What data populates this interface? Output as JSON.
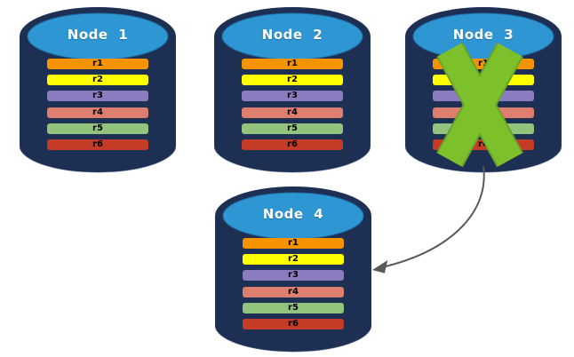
{
  "diagram": {
    "description_colors": {
      "background": "#FFFFFF",
      "cylinder_body": "#1E2F54",
      "cylinder_top": "#2E97D3",
      "node_label_text": "#FFFFFF",
      "bar_label_text": "#000000",
      "fail_x": "#7CC12B",
      "fail_x_edge": "#68A327",
      "arrow": "#595959"
    }
  },
  "colors": {
    "cylinder_body": "#1E2F54",
    "cylinder_top": "#2E97D3",
    "fail_x": "#7CC12B",
    "fail_x_edge": "#68A327",
    "arrow": "#595959"
  },
  "row_colors": [
    "#F59300",
    "#FFFF00",
    "#8B7CC1",
    "#DE7E6F",
    "#93C47D",
    "#C43B26"
  ],
  "nodes": [
    {
      "label": "Node 1",
      "rows": [
        "r1",
        "r2",
        "r3",
        "r4",
        "r5",
        "r6"
      ]
    },
    {
      "label": "Node 2",
      "rows": [
        "r1",
        "r2",
        "r3",
        "r4",
        "r5",
        "r6"
      ]
    },
    {
      "label": "Node 3",
      "rows": [
        "r1",
        "r2",
        "r3",
        "r4",
        "r5",
        "r6"
      ],
      "status": "failed"
    },
    {
      "label": "Node 4",
      "rows": [
        "r1",
        "r2",
        "r3",
        "r4",
        "r5",
        "r6"
      ]
    }
  ]
}
